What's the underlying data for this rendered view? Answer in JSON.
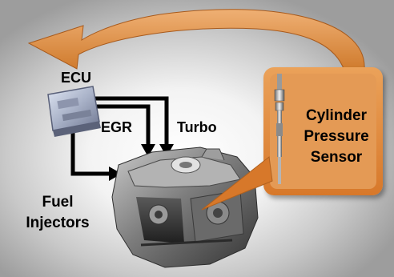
{
  "labels": {
    "ecu": "ECU",
    "egr": "EGR",
    "turbo": "Turbo",
    "fuel_injectors": "Fuel Injectors",
    "sensor": "Cylinder Pressure Sensor"
  },
  "colors": {
    "feedback_arrow": "#d98a3c",
    "sensor_box": "#d7782a",
    "signal_lines": "#000000"
  }
}
